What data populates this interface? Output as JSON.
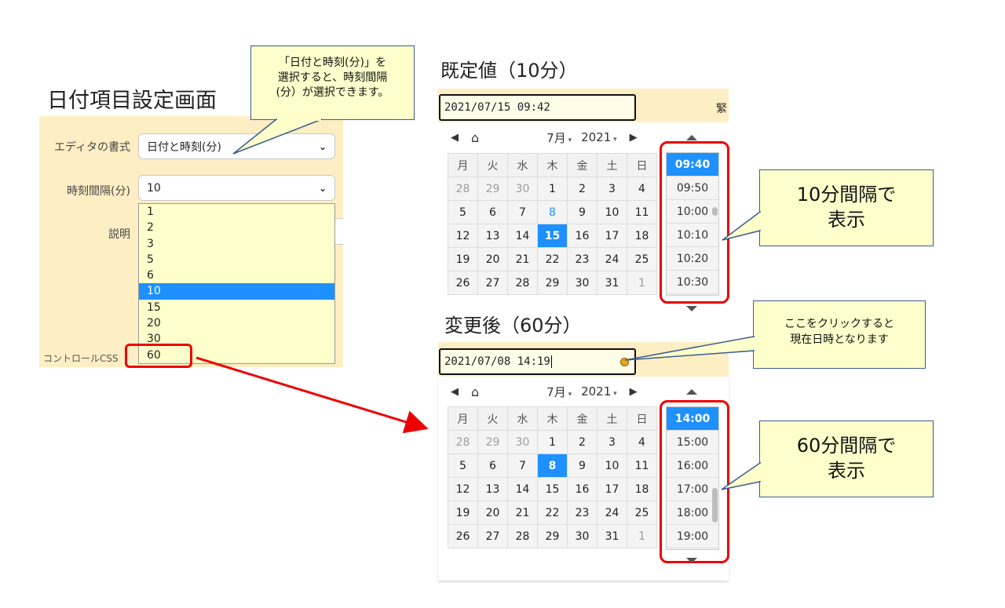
{
  "left": {
    "heading": "日付項目設定画面",
    "editor_format_label": "エディタの書式",
    "editor_format_value": "日付と時刻(分)",
    "interval_label": "時刻間隔(分)",
    "interval_value": "10",
    "description_label": "説明",
    "control_css_label": "コントロールCSS",
    "interval_options": [
      "1",
      "2",
      "3",
      "5",
      "6",
      "10",
      "15",
      "20",
      "30",
      "60"
    ],
    "selected_option": "10"
  },
  "callout_top": {
    "line1": "「日付と時刻(分)」を",
    "line2": "選択すると、時刻間隔",
    "line3": "(分）が選択できます。"
  },
  "picker_default": {
    "heading": "既定値（10分）",
    "input_value": "2021/07/15 09:42",
    "right_clip_text": "緊",
    "month": "7月",
    "year": "2021",
    "weekdays": [
      "月",
      "火",
      "水",
      "木",
      "金",
      "土",
      "日"
    ],
    "weeks": [
      [
        "28",
        "29",
        "30",
        "1",
        "2",
        "3",
        "4"
      ],
      [
        "5",
        "6",
        "7",
        "8",
        "9",
        "10",
        "11"
      ],
      [
        "12",
        "13",
        "14",
        "15",
        "16",
        "17",
        "18"
      ],
      [
        "19",
        "20",
        "21",
        "22",
        "23",
        "24",
        "25"
      ],
      [
        "26",
        "27",
        "28",
        "29",
        "30",
        "31",
        "1"
      ]
    ],
    "times": [
      "09:40",
      "09:50",
      "10:00",
      "10:10",
      "10:20",
      "10:30"
    ],
    "selected_time": "09:40",
    "selected_day": "15",
    "today_day": "8"
  },
  "callout_10": {
    "line1": "10分間隔で",
    "line2": "表示"
  },
  "picker_changed": {
    "heading": "変更後（60分）",
    "input_value": "2021/07/08 14:19",
    "month": "7月",
    "year": "2021",
    "weekdays": [
      "月",
      "火",
      "水",
      "木",
      "金",
      "土",
      "日"
    ],
    "weeks": [
      [
        "28",
        "29",
        "30",
        "1",
        "2",
        "3",
        "4"
      ],
      [
        "5",
        "6",
        "7",
        "8",
        "9",
        "10",
        "11"
      ],
      [
        "12",
        "13",
        "14",
        "15",
        "16",
        "17",
        "18"
      ],
      [
        "19",
        "20",
        "21",
        "22",
        "23",
        "24",
        "25"
      ],
      [
        "26",
        "27",
        "28",
        "29",
        "30",
        "31",
        "1"
      ]
    ],
    "times": [
      "14:00",
      "15:00",
      "16:00",
      "17:00",
      "18:00",
      "19:00"
    ],
    "selected_time": "14:00",
    "selected_day": "8"
  },
  "callout_click": {
    "line1": "ここをクリックすると",
    "line2": "現在日時となります"
  },
  "callout_60": {
    "line1": "60分間隔で",
    "line2": "表示"
  },
  "colors": {
    "accent": "#1e90ff",
    "panel": "#fdeec4",
    "callout": "#ffffcc",
    "highlight_red": "#e00000",
    "callout_border": "#3b5c8f"
  },
  "icons": {
    "prev": "triangle-left-icon",
    "next": "triangle-right-icon",
    "home": "home-icon",
    "scroll_up": "triangle-up-icon",
    "scroll_down": "triangle-down-icon",
    "now": "clock-icon"
  }
}
